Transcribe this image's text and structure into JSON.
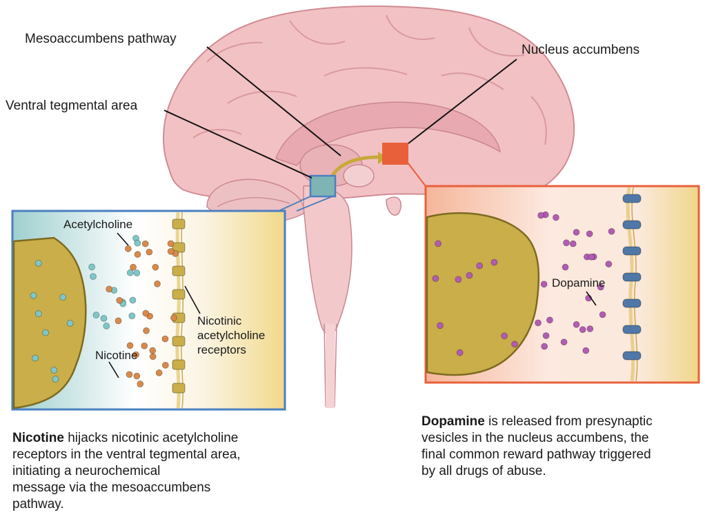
{
  "labels": {
    "mesoaccumbens": "Mesoaccumbens pathway",
    "nucleus": "Nucleus accumbens",
    "ventral": "Ventral tegmental area",
    "acetylcholine": "Acetylcholine",
    "nicotine": "Nicotine",
    "receptors": [
      "Nicotinic",
      "acetylcholine",
      "receptors"
    ],
    "dopamine": "Dopamine"
  },
  "captions": {
    "left": {
      "bold": "Nicotine",
      "lines": [
        " hijacks nicotinic acetylcholine",
        "receptors in the ventral tegmental area,",
        "initiating a neurochemical",
        "message via the mesoaccumbens",
        "pathway."
      ]
    },
    "right": {
      "bold": "Dopamine",
      "lines": [
        " is released from presynaptic",
        "vesicles in the nucleus accumbens, the",
        "final common reward pathway triggered",
        "by all drugs of abuse."
      ]
    }
  },
  "colors": {
    "vta_box": "#4a7fc0",
    "nucleus_box": "#e8603a",
    "brain": "#f2c1c4",
    "terminal": "#c9ae49",
    "nicotine_dot": "#d98a4a",
    "acetylcholine_dot": "#7fc7c7",
    "dopamine_dot": "#b25cb2",
    "receptor_blue": "#4f77a8"
  }
}
